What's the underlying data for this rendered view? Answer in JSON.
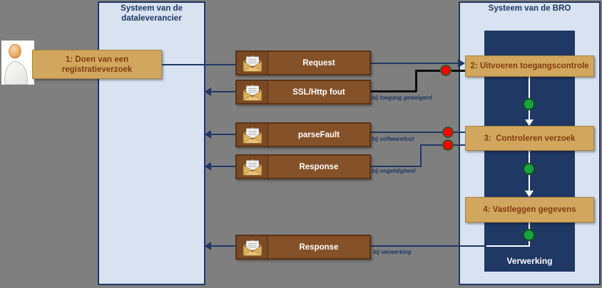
{
  "lanes": {
    "supplier": {
      "title_line1": "Systeem van de",
      "title_line2": "dataleverancier"
    },
    "bro": {
      "title": "Systeem van de BRO",
      "processing_label": "Verwerking"
    }
  },
  "steps": {
    "step1": {
      "line1": "1: Doen van een",
      "line2": "registratieverzoek"
    },
    "step2": {
      "label": "2: Uitvoeren toegangscontrole"
    },
    "step3": {
      "label": "3:  Controleren verzoek"
    },
    "step4": {
      "label": "4: Vastleggen gegevens"
    }
  },
  "messages": {
    "request": {
      "label": "Request"
    },
    "ssl_fout": {
      "label": "SSL/Http fout",
      "condition": "bij toegang geweigerd"
    },
    "parsefault": {
      "label": "parseFault",
      "condition": "bij softwarefout"
    },
    "response_invalid": {
      "label": "Response",
      "condition": "bij ongeldigheid"
    },
    "response_processed": {
      "label": "Response",
      "condition": "bij verwerking"
    }
  },
  "colors": {
    "background": "#7f7f7f",
    "lane_fill": "#d9e2f0",
    "accent_navy": "#1f3864",
    "step_fill": "#d1a75f",
    "step_text": "#843c0c",
    "message_fill": "#855128",
    "error_marker": "#fb0000",
    "success_marker": "#19a33e"
  }
}
